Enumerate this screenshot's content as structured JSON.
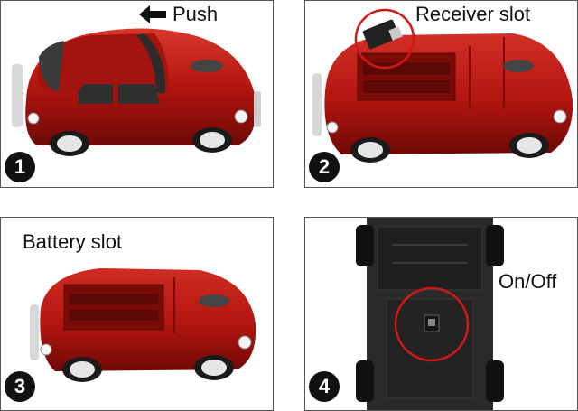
{
  "panels": [
    {
      "step": "1",
      "caption": "Push",
      "icon": "left-arrow-icon"
    },
    {
      "step": "2",
      "caption": "Receiver slot"
    },
    {
      "step": "3",
      "caption": "Battery slot"
    },
    {
      "step": "4",
      "caption": "On/Off"
    }
  ],
  "colors": {
    "car_body": "#b3150f",
    "car_dark": "#6e0906",
    "tire": "#1a1a1a",
    "underside": "#2a2a2a",
    "badge": "#111111",
    "highlight_ring": "#d01818"
  }
}
